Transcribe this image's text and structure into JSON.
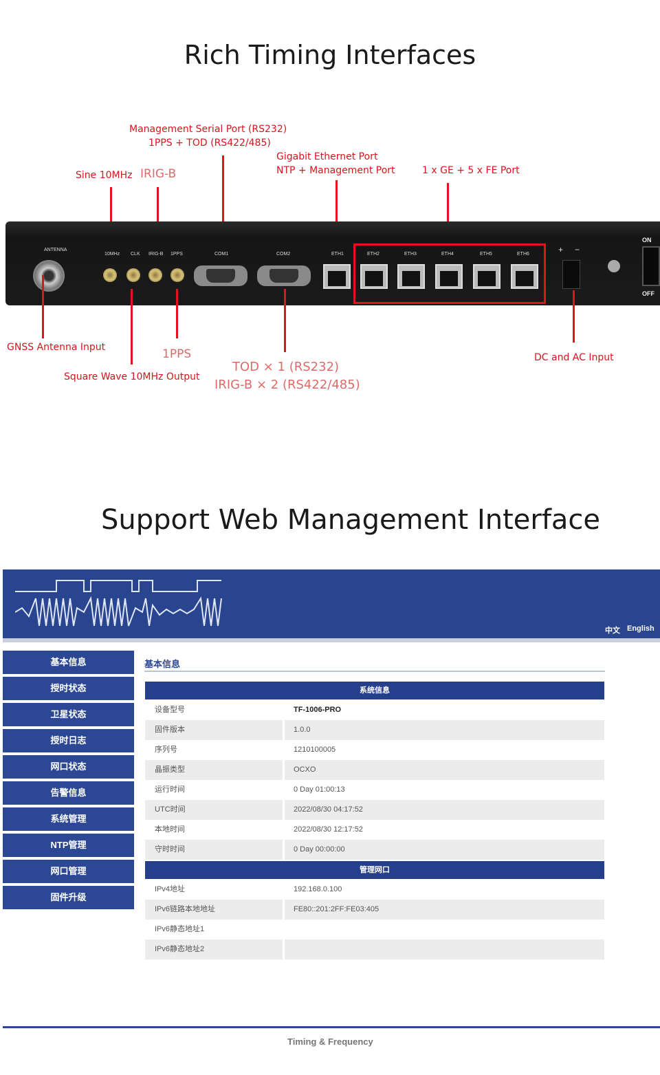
{
  "section1": {
    "title": "Rich Timing Interfaces"
  },
  "callouts": {
    "mgmt_serial": "Management Serial Port (RS232)",
    "pps_tod": "1PPS + TOD (RS422/485)",
    "sine": "Sine 10MHz",
    "irigb": "IRIG-B",
    "gige": "Gigabit Ethernet Port",
    "ntp_mgmt": "NTP + Management Port",
    "ge_fe": "1 x GE + 5 x FE Port",
    "gnss": "GNSS Antenna Input",
    "pps": "1PPS",
    "square": "Square Wave 10MHz Output",
    "tod": "TOD × 1  (RS232)",
    "irigb2": "IRIG-B × 2  (RS422/485)",
    "dcac": "DC and AC Input"
  },
  "panel_labels": {
    "antenna": "ANTENNA",
    "p10mhz": "10MHz",
    "clk": "CLK",
    "irig": "IRIG-B",
    "pps": "1PPS",
    "com1": "COM1",
    "com2": "COM2",
    "eth": [
      "ETH1",
      "ETH2",
      "ETH3",
      "ETH4",
      "ETH5",
      "ETH6"
    ],
    "plus": "+",
    "minus": "−",
    "on": "ON",
    "off": "OFF"
  },
  "section2": {
    "title": "Support Web Management Interface"
  },
  "web": {
    "lang": {
      "zh": "中文",
      "en": "English"
    },
    "sidebar": [
      "基本信息",
      "授时状态",
      "卫星状态",
      "授时日志",
      "网口状态",
      "告警信息",
      "系统管理",
      "NTP管理",
      "网口管理",
      "固件升级"
    ],
    "page_title": "基本信息",
    "sys_header": "系统信息",
    "sys_rows": [
      [
        "设备型号",
        "TF-1006-PRO"
      ],
      [
        "固件版本",
        "1.0.0"
      ],
      [
        "序列号",
        "1210100005"
      ],
      [
        "晶振类型",
        "OCXO"
      ],
      [
        "运行时间",
        "0 Day 01:00:13"
      ],
      [
        "UTC时间",
        "2022/08/30 04:17:52"
      ],
      [
        "本地时间",
        "2022/08/30 12:17:52"
      ],
      [
        "守时时间",
        "0 Day 00:00:00"
      ]
    ],
    "net_header": "管理网口",
    "net_rows": [
      [
        "IPv4地址",
        "192.168.0.100"
      ],
      [
        "IPv6链路本地地址",
        "FE80::201:2FF:FE03:405"
      ],
      [
        "IPv6静态地址1",
        ""
      ],
      [
        "IPv6静态地址2",
        ""
      ]
    ],
    "footer": "Timing & Frequency"
  }
}
